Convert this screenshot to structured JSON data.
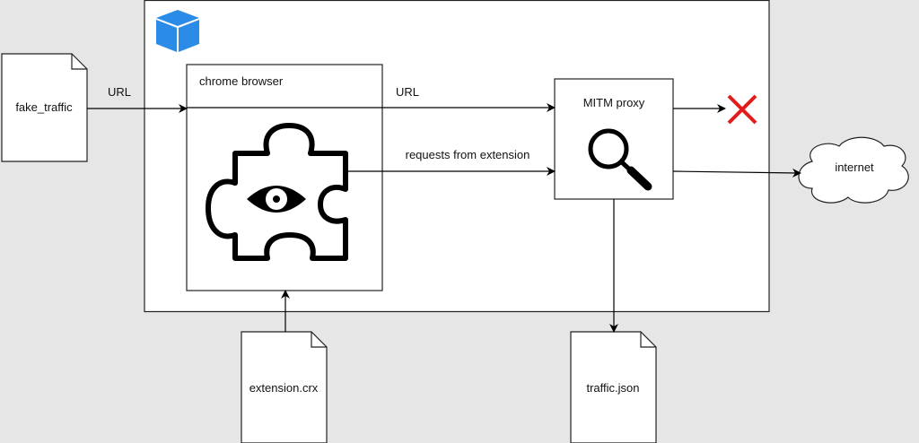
{
  "nodes": {
    "fake_traffic": "fake_traffic",
    "chrome_browser": "chrome browser",
    "mitm_proxy": "MITM proxy",
    "internet": "internet",
    "extension": "extension.crx",
    "traffic_json": "traffic.json"
  },
  "edges": {
    "url_in": "URL",
    "url_to_proxy": "URL",
    "requests": "requests from extension"
  },
  "colors": {
    "container_icon": "#2b8ce8",
    "blocked": "#e21b1b",
    "background": "#e6e6e6"
  },
  "icons": [
    "cube-icon",
    "puzzle-eye-icon",
    "magnifier-icon",
    "cross-icon",
    "cloud-icon"
  ]
}
